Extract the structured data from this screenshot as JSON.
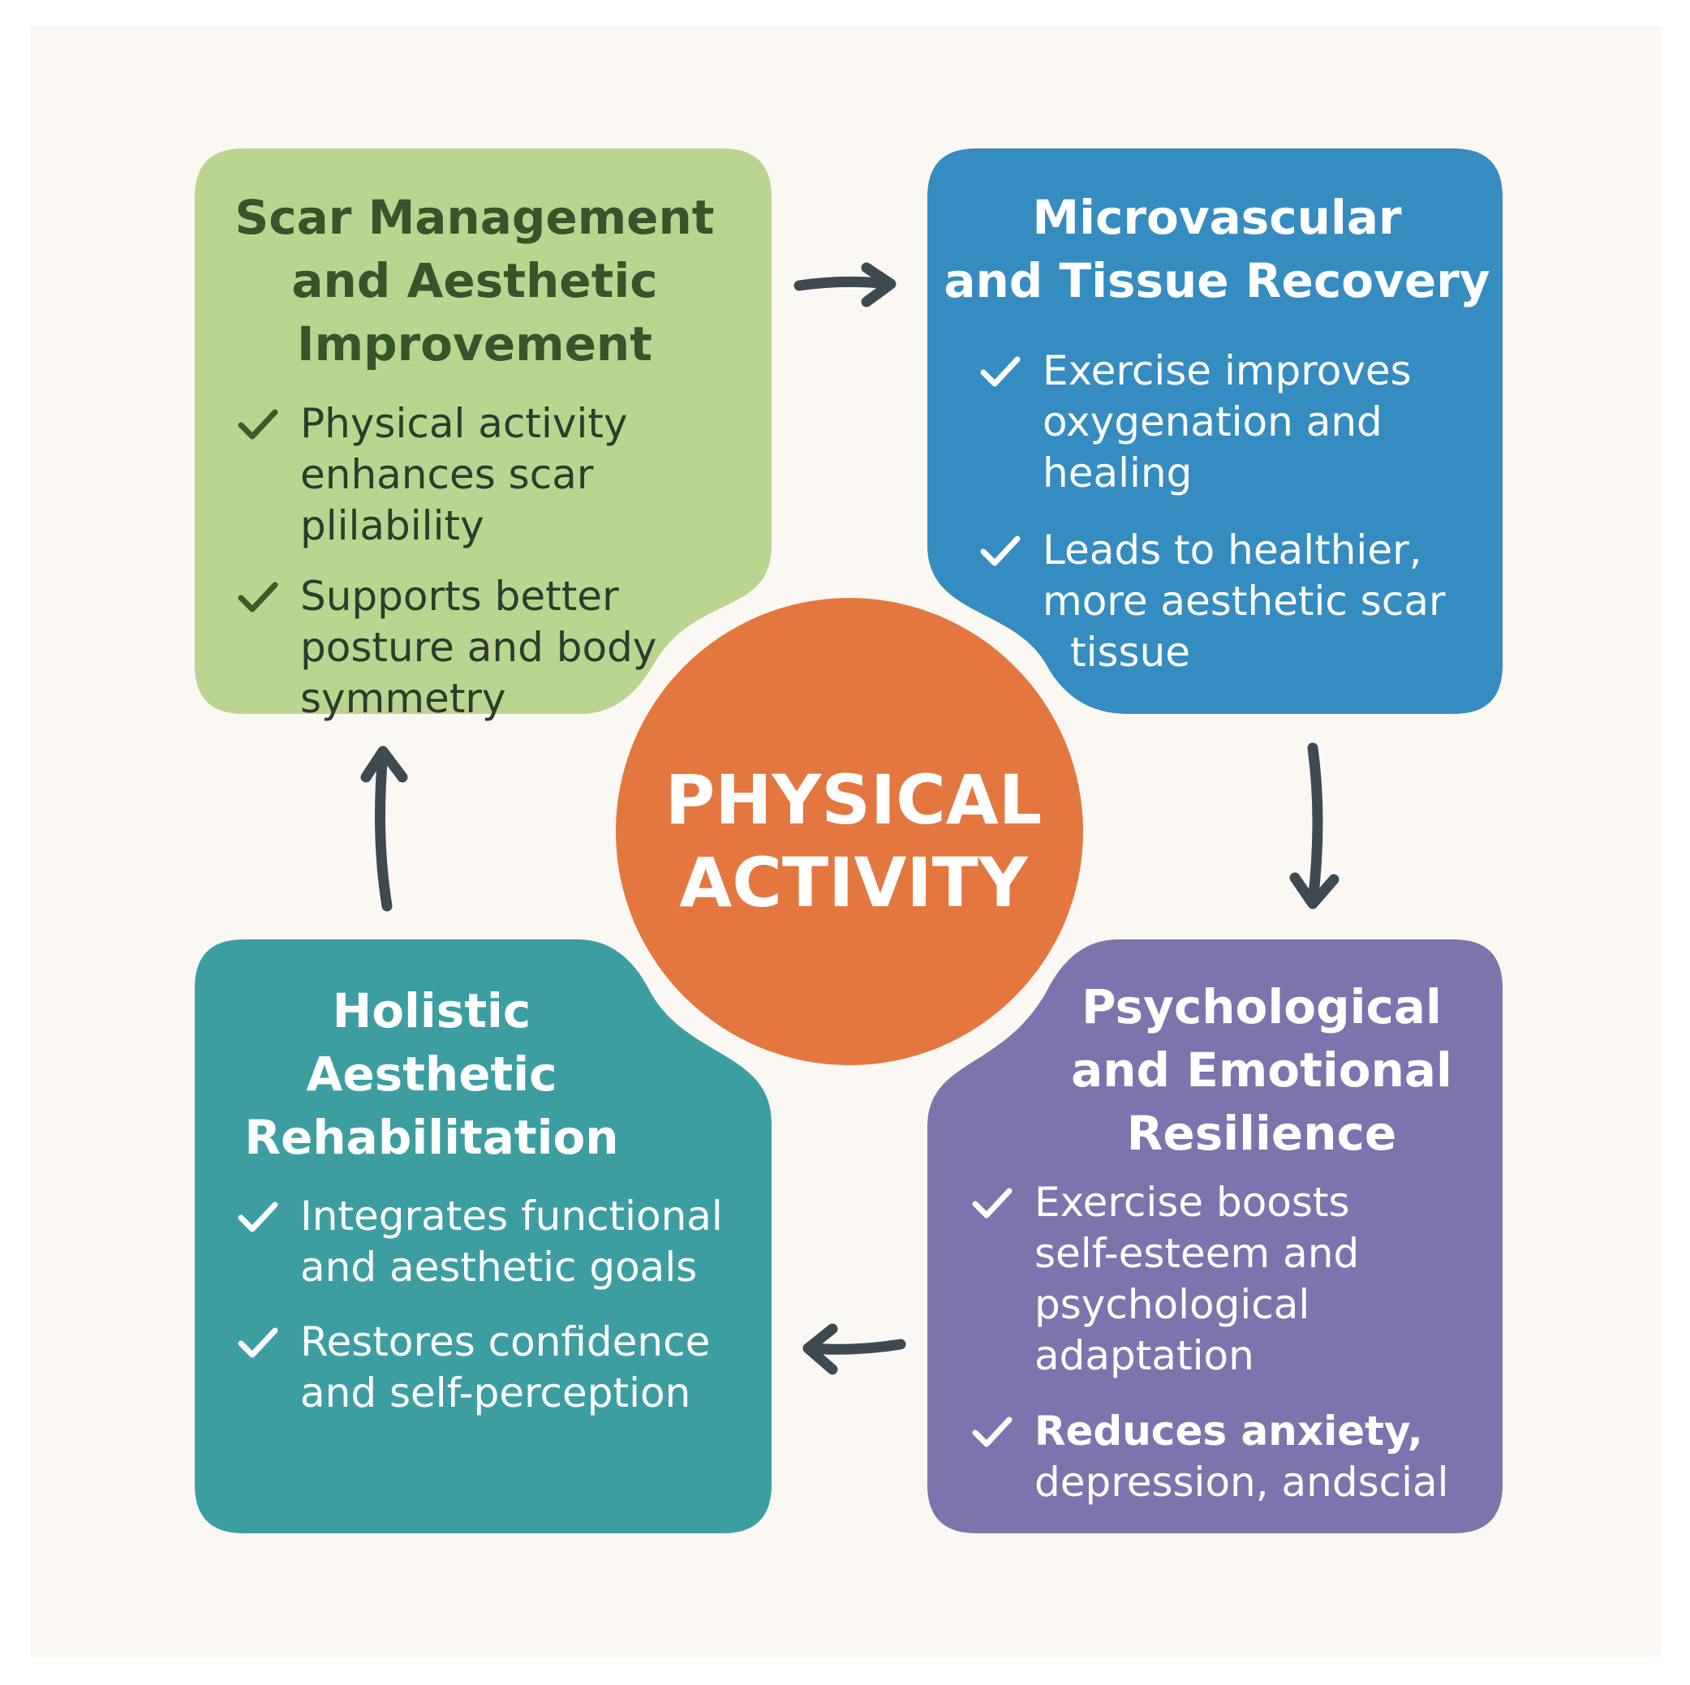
{
  "center": {
    "line1": "PHYSICAL",
    "line2": "ACTIVITY"
  },
  "colors": {
    "background": "#fbf8f3",
    "green": "#bad58f",
    "blue": "#358cc0",
    "teal": "#3d9ea2",
    "purple": "#7f73ae",
    "center": "#e4773f",
    "arrow": "#3e4a52"
  },
  "boxes": {
    "scar": {
      "title_lines": [
        "Scar Management",
        "and Aesthetic",
        "Improvement"
      ],
      "bullets": [
        {
          "line1": "Physical activity",
          "line2": "enhances scar plilability"
        },
        {
          "line1": "Supports better",
          "line2": "posture and body",
          "line3": "symmetry"
        }
      ]
    },
    "micro": {
      "title_lines": [
        "Microvascular",
        "and Tissue Recovery"
      ],
      "bullets": [
        {
          "line1": "Exercise improves",
          "line2": "oxygenation and",
          "line3": "healing"
        },
        {
          "line1": "Leads to healthier,",
          "line2": "more aesthetic scar",
          "line3": "tissue"
        }
      ]
    },
    "psych": {
      "title_lines": [
        "Psychological",
        "and Emotional",
        "Resilience"
      ],
      "bullets": [
        {
          "line1": "Exercise boosts",
          "line2": "self-esteem and",
          "line3": "psychological",
          "line4": "adaptation"
        },
        {
          "line1": "Reduces anxiety,",
          "line2": "depression, andscial"
        }
      ]
    },
    "holistic": {
      "title_lines": [
        "Holistic",
        "Aesthetic",
        "Rehabilitation"
      ],
      "bullets": [
        {
          "line1": "Integrates functional",
          "line2": "and aesthetic goals"
        },
        {
          "line1": "Restores confidence",
          "line2": "and self-perception"
        }
      ]
    }
  },
  "icons": {
    "bullet": "check-icon",
    "flow": "arrow-icon"
  }
}
